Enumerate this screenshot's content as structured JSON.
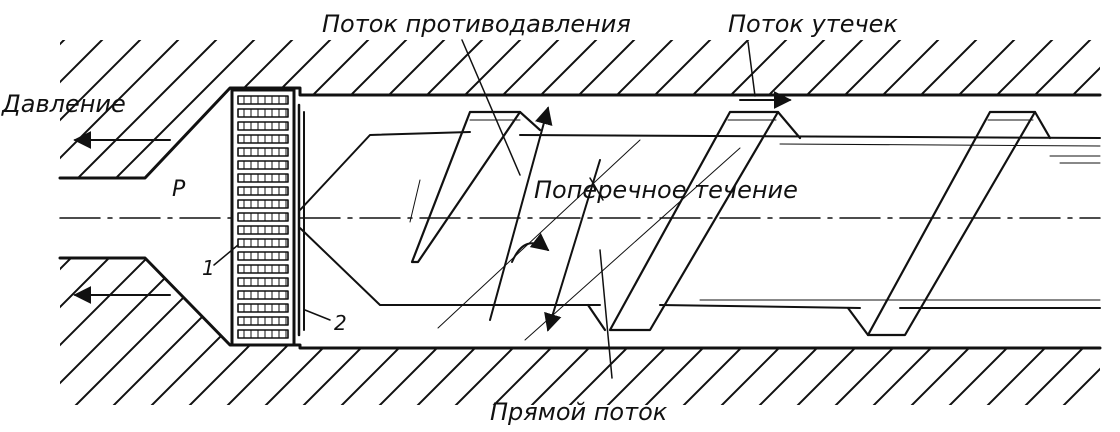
{
  "labels": {
    "backpressure_flow": "Поток противодавления",
    "leakage_flow": "Поток утечек",
    "pressure": "Давление",
    "cross_flow": "Поперечное течение",
    "direct_flow": "Прямой поток",
    "p": "P",
    "part_1": "1",
    "part_2": "2"
  }
}
